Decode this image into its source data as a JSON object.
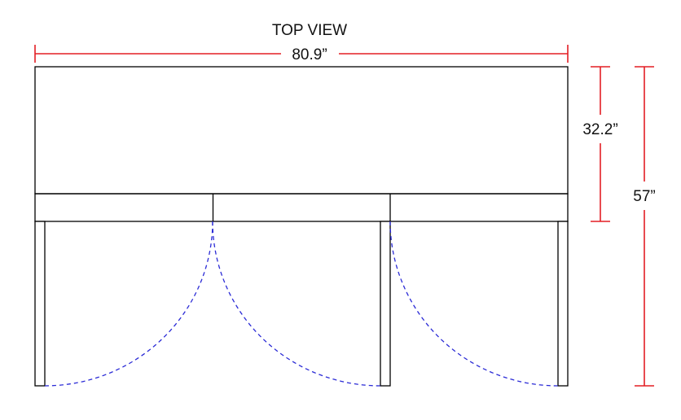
{
  "title": "TOP VIEW",
  "dimensions": {
    "width": "80.9”",
    "body_depth": "32.2”",
    "total_depth": "57”"
  },
  "colors": {
    "outline": "#000000",
    "dimension_line": "#e31e24",
    "door_swing": "#2b2bd6",
    "text": "#111111"
  }
}
